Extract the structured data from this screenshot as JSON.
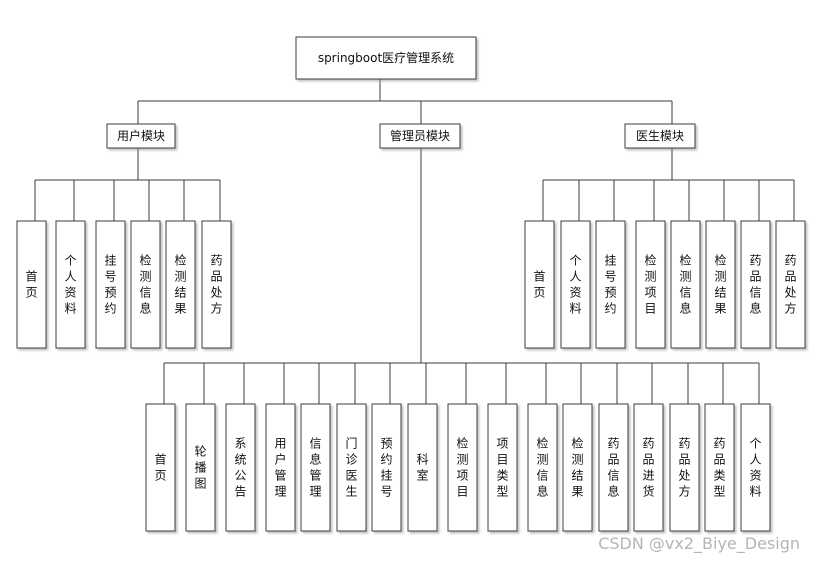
{
  "root": {
    "label": "springboot医疗管理系统"
  },
  "modules": [
    {
      "label": "用户模块",
      "leaves": [
        "首页",
        "个人资料",
        "挂号预约",
        "检测信息",
        "检测结果",
        "药品处方"
      ]
    },
    {
      "label": "管理员模块",
      "leaves": [
        "首页",
        "轮播图",
        "系统公告",
        "用户管理",
        "信息管理",
        "门诊医生",
        "预约挂号",
        "科室",
        "检测项目",
        "项目类型",
        "检测信息",
        "检测结果",
        "药品信息",
        "药品进货",
        "药品处方",
        "药品类型",
        "个人资料"
      ]
    },
    {
      "label": "医生模块",
      "leaves": [
        "首页",
        "个人资料",
        "挂号预约",
        "检测项目",
        "检测信息",
        "检测结果",
        "药品信息",
        "药品处方"
      ]
    }
  ],
  "watermark": "CSDN @vx2_Biye_Design"
}
